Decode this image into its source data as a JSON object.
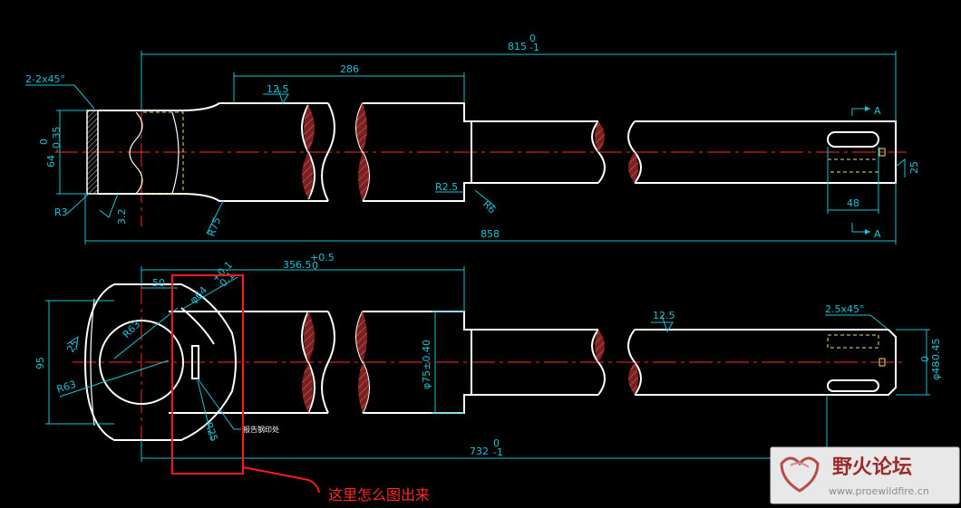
{
  "dimensions": {
    "top_length": "815",
    "top_length_sup": "0",
    "top_length_sub": "-1",
    "shaft_len": "286",
    "chamfer_left": "2-2x45°",
    "dia_left": "64",
    "dia_left_sup": "0",
    "dia_left_sub": "-0.35",
    "r3": "R3",
    "rough_3_2": "3.2",
    "r75": "R75",
    "r2_5": "R2.5",
    "r6": "R6",
    "rough_12_5_a": "12.5",
    "rough_25": "25",
    "len_48": "48",
    "overall_858": "858",
    "section_a": "A",
    "bot_356": "356.5",
    "bot_356_sup": "+0.5",
    "bot_356_sub": "0",
    "len_50": "50",
    "dia_64_1": "φ64",
    "dia_64_1_tol": "+0.1",
    "dia_64_1_tol2": "-0.1",
    "r63_inner": "R63",
    "r63_outer": "R63",
    "rough_25_bot": "25",
    "height_95": "95",
    "r25_bot": "R25",
    "dia_75": "φ75±0.40",
    "rough_12_5_b": "12.5",
    "chamfer_right": "2.5x45°",
    "dia_48": "φ48",
    "dia_48_sup": "0",
    "dia_48_sub": "-0.45",
    "bot_732": "732",
    "bot_732_sup": "0",
    "bot_732_sub": "-1",
    "note_label": "报告钢印处"
  },
  "question": "这里怎么图出来",
  "watermark": {
    "title": "野火论坛",
    "url": "www.proewildfire.cn"
  },
  "colors": {
    "background": "#000000",
    "geometry": "#ffffff",
    "dimension": "#19c3d6",
    "centerline": "#ff2a2a",
    "hidden": "#e8e070",
    "highlight": "#ff1a1a"
  }
}
